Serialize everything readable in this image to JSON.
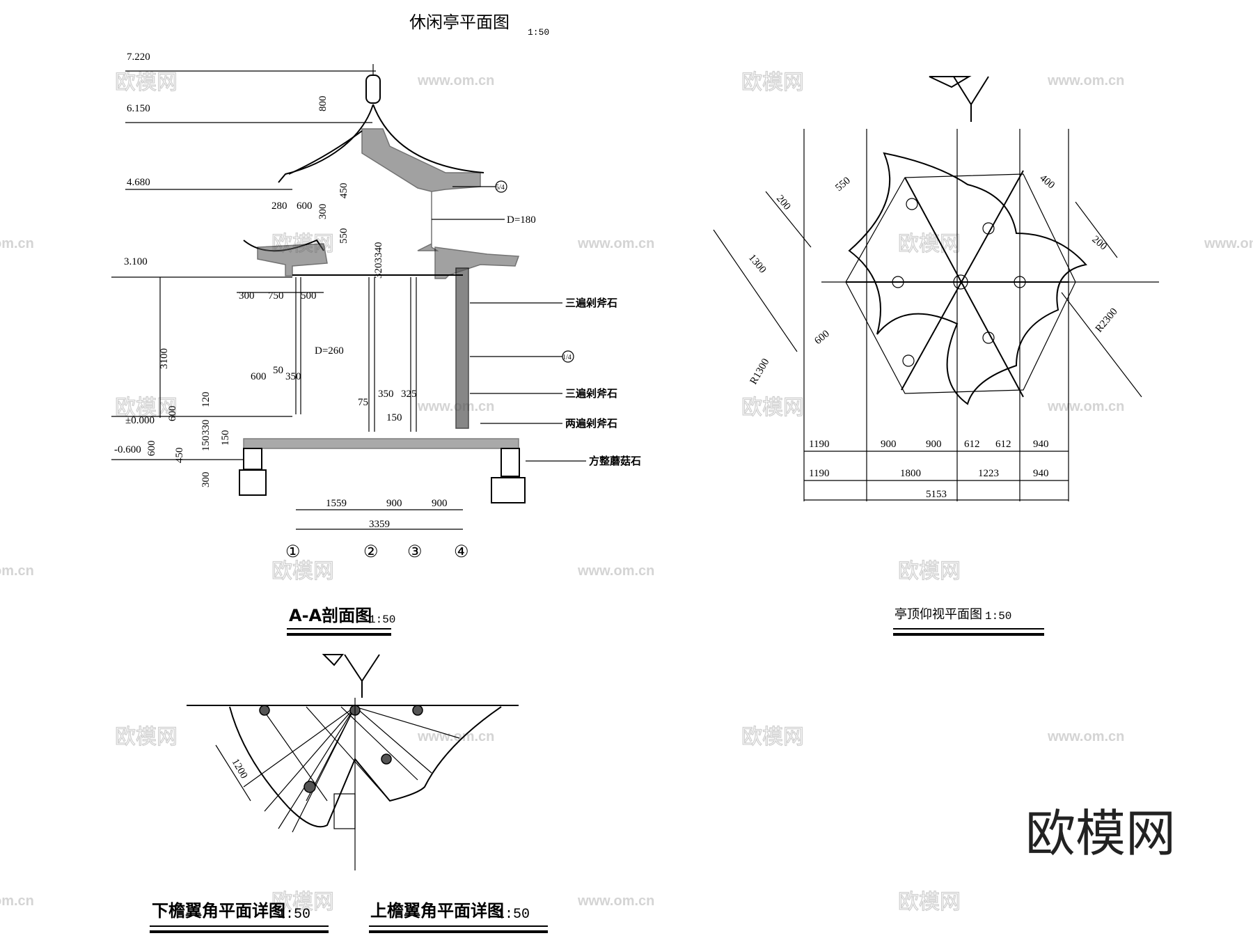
{
  "plan_title": "休闲亭平面图",
  "plan_scale": "1:50",
  "section": {
    "title": "A-A剖面图",
    "scale": "1:50",
    "elevations": [
      "7.220",
      "6.150",
      "4.680",
      "3.100",
      "±0.000",
      "-0.600"
    ],
    "dims_top": [
      "800",
      "450",
      "300",
      "550",
      "280",
      "600",
      "300",
      "750",
      "500"
    ],
    "dims_mid": [
      "600",
      "50",
      "350",
      "75",
      "350",
      "325",
      "150"
    ],
    "dims_left": [
      "3100",
      "120",
      "600",
      "330",
      "150",
      "150",
      "600",
      "450",
      "300"
    ],
    "post_dims": [
      "D=180",
      "D=260",
      "3203340"
    ],
    "notes": [
      "三遍剁斧石",
      "三遍剁斧石",
      "两遍剁斧石",
      "方整蘑菇石"
    ],
    "bottom_dims": [
      "1559",
      "900",
      "900"
    ],
    "total_dim": "3359",
    "axes": [
      "①",
      "②",
      "③",
      "④"
    ],
    "marker_a": "5/4",
    "marker_b": "1/4"
  },
  "roof_plan": {
    "title": "亭顶仰视平面图",
    "scale": "1:50",
    "dims_row1": [
      "1190",
      "900",
      "900",
      "612",
      "612",
      "940"
    ],
    "dims_row2": [
      "1190",
      "1800",
      "1223",
      "940"
    ],
    "total": "5153",
    "diag_dims": [
      "1300",
      "200",
      "550",
      "600",
      "400",
      "200"
    ],
    "radii": [
      "R1300",
      "R2300"
    ]
  },
  "corner_detail": {
    "dim": "1200",
    "title_lower": "下檐翼角平面详图",
    "scale_lower": "1:50",
    "title_upper": "上檐翼角平面详图",
    "scale_upper": "1:50"
  },
  "watermark": {
    "brand": "欧模网",
    "url": "www.om.cn",
    "url_short": "om.cn"
  }
}
